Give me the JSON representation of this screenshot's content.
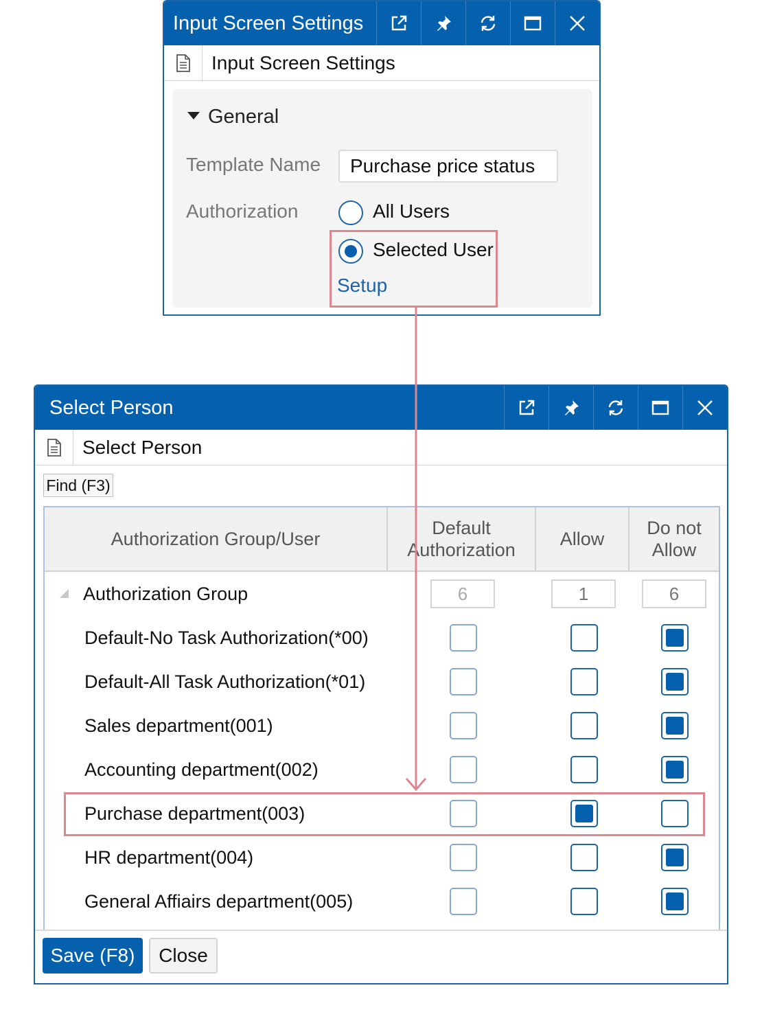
{
  "settings_window": {
    "title": "Input Screen Settings",
    "subtitle": "Input Screen Settings",
    "section_title": "General",
    "template_name_label": "Template Name",
    "template_name_value": "Purchase price status",
    "authorization_label": "Authorization",
    "radio_all_users": "All Users",
    "radio_selected_user": "Selected User",
    "selected_option": "Selected User",
    "setup_link": "Setup"
  },
  "titlebar_icons": [
    "popout-icon",
    "pin-icon",
    "refresh-icon",
    "maximize-icon",
    "close-icon"
  ],
  "select_window": {
    "title": "Select Person",
    "subtitle": "Select Person",
    "find_button": "Find (F3)",
    "columns": {
      "name": "Authorization Group/User",
      "default_line1": "Default",
      "default_line2": "Authorization",
      "allow": "Allow",
      "deny_line1": "Do not",
      "deny_line2": "Allow"
    },
    "group_row": {
      "label": "Authorization Group",
      "default_count": "6",
      "allow_count": "1",
      "deny_count": "6"
    },
    "rows": [
      {
        "name": "Default-No Task Authorization(*00)",
        "default": false,
        "allow": false,
        "deny": true
      },
      {
        "name": "Default-All Task Authorization(*01)",
        "default": false,
        "allow": false,
        "deny": true
      },
      {
        "name": "Sales department(001)",
        "default": false,
        "allow": false,
        "deny": true
      },
      {
        "name": "Accounting department(002)",
        "default": false,
        "allow": false,
        "deny": true
      },
      {
        "name": "Purchase department(003)",
        "default": false,
        "allow": true,
        "deny": false
      },
      {
        "name": "HR department(004)",
        "default": false,
        "allow": false,
        "deny": true
      },
      {
        "name": "General Affiairs department(005)",
        "default": false,
        "allow": false,
        "deny": true
      }
    ],
    "save_button": "Save (F8)",
    "close_button": "Close"
  },
  "colors": {
    "titlebar": "#0561ad",
    "accent": "#1d63a8",
    "highlight": "#dd8690"
  }
}
